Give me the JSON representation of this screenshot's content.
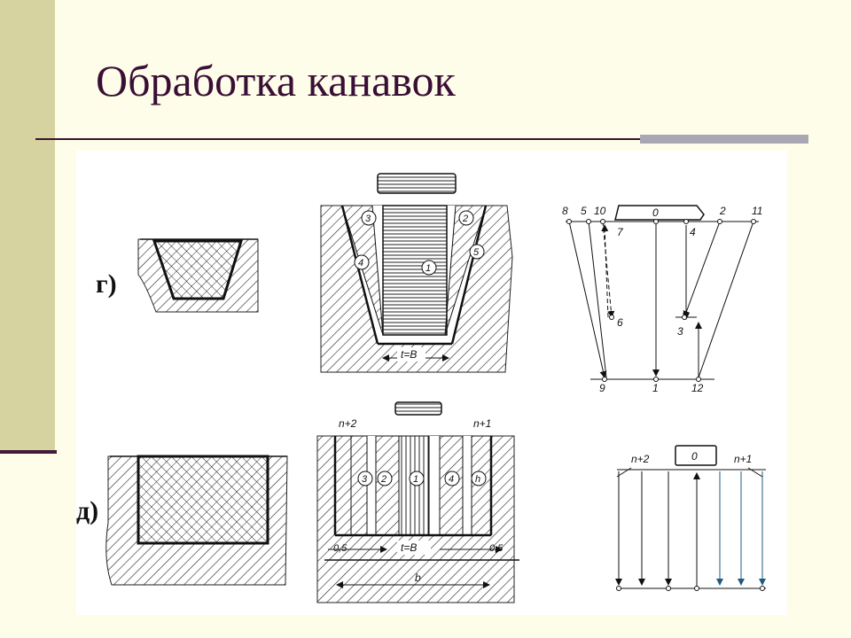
{
  "slide": {
    "title": "Обработка канавок"
  },
  "figure": {
    "labels": {
      "g": "г)",
      "d": "д)"
    },
    "top_section": {
      "pass_numbers": [
        "1",
        "2",
        "3",
        "4",
        "5"
      ],
      "width_label": "t=B",
      "scheme_points": [
        "8",
        "5",
        "10",
        "0",
        "2",
        "11",
        "7",
        "4",
        "6",
        "3",
        "9",
        "1",
        "12"
      ]
    },
    "bottom_section": {
      "layer_labels": [
        "n+2",
        "n+1"
      ],
      "pass_numbers": [
        "3",
        "2",
        "1",
        "4",
        "h"
      ],
      "width_label": "t=B",
      "allowance_left": "0,5",
      "allowance_right": "0,5",
      "total_width": "b",
      "scheme_labels": [
        "n+2",
        "0",
        "n+1"
      ]
    }
  }
}
